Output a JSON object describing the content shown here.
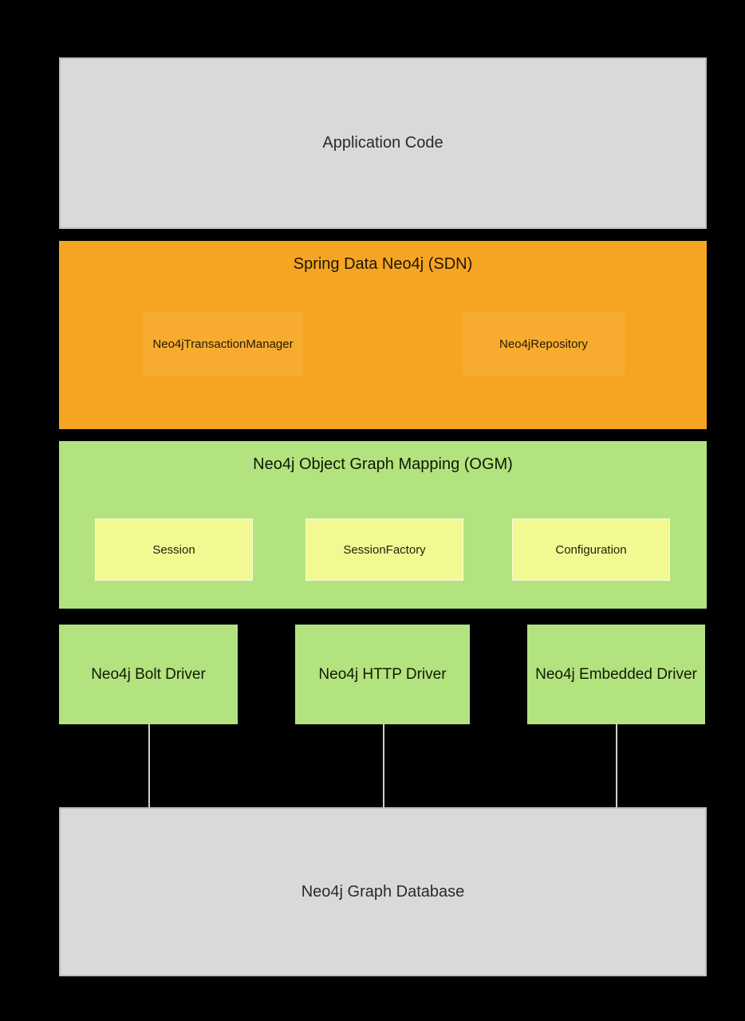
{
  "colors": {
    "background": "#000000",
    "gray_layer": "#d9d9d9",
    "gray_border": "#bdbdbd",
    "orange_layer": "#f5a522",
    "orange_subbox": "#f7ac30",
    "green_layer": "#b3e37e",
    "yellow_subbox": "#f2f993",
    "connector_line": "#cfcfcf",
    "text": "#1e1e1e"
  },
  "diagram": {
    "application": {
      "label": "Application Code"
    },
    "sdn": {
      "title": "Spring Data Neo4j (SDN)",
      "components": [
        {
          "label": "Neo4jTransactionManager"
        },
        {
          "label": "Neo4jRepository"
        }
      ]
    },
    "ogm": {
      "title": "Neo4j Object Graph Mapping (OGM)",
      "components": [
        {
          "label": "Session"
        },
        {
          "label": "SessionFactory"
        },
        {
          "label": "Configuration"
        }
      ]
    },
    "drivers": [
      {
        "label": "Neo4j Bolt Driver"
      },
      {
        "label": "Neo4j HTTP Driver"
      },
      {
        "label": "Neo4j Embedded Driver"
      }
    ],
    "database": {
      "label": "Neo4j Graph Database"
    }
  }
}
